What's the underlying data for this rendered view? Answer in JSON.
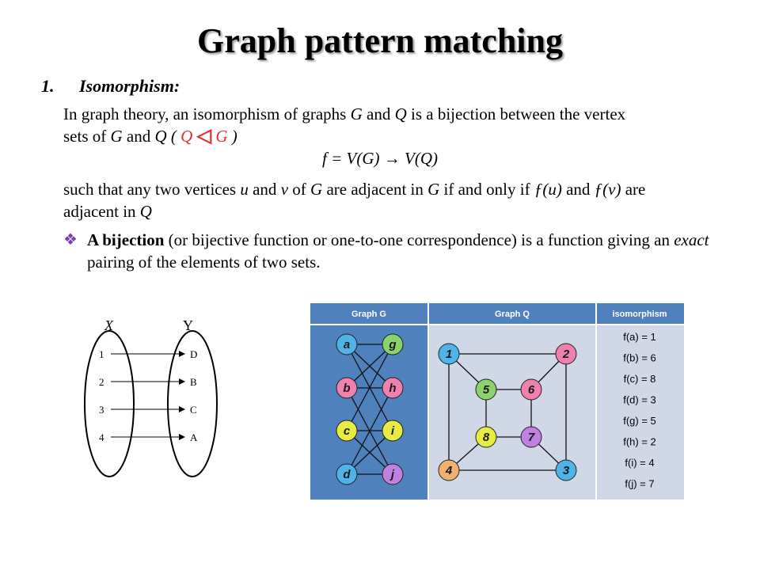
{
  "slide": {
    "title": "Graph pattern matching",
    "section_number": "1.",
    "section_title": "Isomorphism:",
    "intro_prefix": "In graph theory, an isomorphism of graphs ",
    "intro_g": "G",
    "intro_and": " and ",
    "intro_q": "Q",
    "intro_suffix": " is a bijection between the vertex",
    "intro_line2_prefix": "sets of ",
    "intro_line2_g": "G",
    "intro_line2_and": " and ",
    "intro_line2_q": "Q",
    "intro_paren_open": " ( ",
    "intro_rel_q": "Q",
    "intro_rel_symbol": "◁",
    "intro_rel_g": "G",
    "intro_paren_close": " )",
    "formula": "f = V(G) → V(Q)",
    "cond_p1": "such that any two vertices ",
    "cond_u": "u",
    "cond_p2": " and ",
    "cond_v": "v",
    "cond_p3": " of ",
    "cond_g": "G",
    "cond_p4": " are adjacent in ",
    "cond_g2": "G",
    "cond_p5": " if and only if ",
    "cond_fu": "ƒ(u)",
    "cond_p6": " and ",
    "cond_fv": "ƒ(v)",
    "cond_p7": " are",
    "cond_line2": "adjacent in ",
    "cond_line2_q": "Q",
    "bullet_mark": "❖",
    "bullet_bold": "A bijection",
    "bullet_p1": " (or bijective function or one-to-one correspondence) is a function giving an ",
    "bullet_exact": "exact",
    "bullet_p2": " pairing of the elements of two sets."
  },
  "mapping_diagram": {
    "set_x_label": "X",
    "set_y_label": "Y",
    "x_elements": [
      "1",
      "2",
      "3",
      "4"
    ],
    "y_elements": [
      "D",
      "B",
      "C",
      "A"
    ]
  },
  "table": {
    "headers": [
      "Graph G",
      "Graph Q",
      "isomorphism"
    ],
    "colors": {
      "header_bg": "#4f81bd",
      "graph_g_bg": "#4f81bd",
      "cell_bg": "#d0d8e8",
      "border": "#ffffff"
    },
    "graph_g_nodes": [
      {
        "label": "a",
        "color": "#4fb3e8"
      },
      {
        "label": "g",
        "color": "#8cd26a"
      },
      {
        "label": "b",
        "color": "#f080b0"
      },
      {
        "label": "h",
        "color": "#f080b0"
      },
      {
        "label": "c",
        "color": "#e8ec40"
      },
      {
        "label": "i",
        "color": "#e8ec40"
      },
      {
        "label": "d",
        "color": "#4fb3e8"
      },
      {
        "label": "j",
        "color": "#c080e0"
      }
    ],
    "graph_q_nodes": [
      {
        "label": "1",
        "color": "#4fb3e8"
      },
      {
        "label": "2",
        "color": "#f080b0"
      },
      {
        "label": "5",
        "color": "#8cd26a"
      },
      {
        "label": "6",
        "color": "#f080b0"
      },
      {
        "label": "8",
        "color": "#e8ec40"
      },
      {
        "label": "7",
        "color": "#c080e0"
      },
      {
        "label": "4",
        "color": "#f0b070"
      },
      {
        "label": "3",
        "color": "#4fb3e8"
      }
    ],
    "isomorphism": [
      "f(a) = 1",
      "f(b) = 6",
      "f(c) = 8",
      "f(d) = 3",
      "f(g) = 5",
      "f(h) = 2",
      "f(i) = 4",
      "f(j) = 7"
    ]
  }
}
